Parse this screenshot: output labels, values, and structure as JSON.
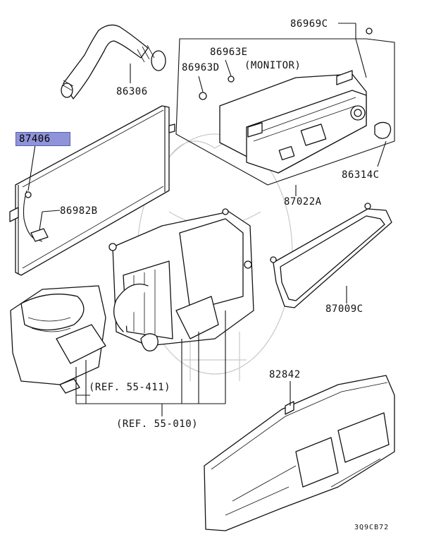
{
  "diagram": {
    "parts": {
      "p86969c": "86969C",
      "p86963e": "86963E",
      "p86963d": "86963D",
      "monitor": "(MONITOR)",
      "p86306": "86306",
      "p87406": "87406",
      "p86982b": "86982B",
      "p86314c": "86314C",
      "p87022a": "87022A",
      "p87009c": "87009C",
      "p82842": "82842",
      "ref55411": "(REF. 55-411)",
      "ref55010": "(REF. 55-010)"
    },
    "drawing_code": "3Q9CB72",
    "highlighted_part": "87406",
    "highlight_color": "#8f94d8"
  }
}
